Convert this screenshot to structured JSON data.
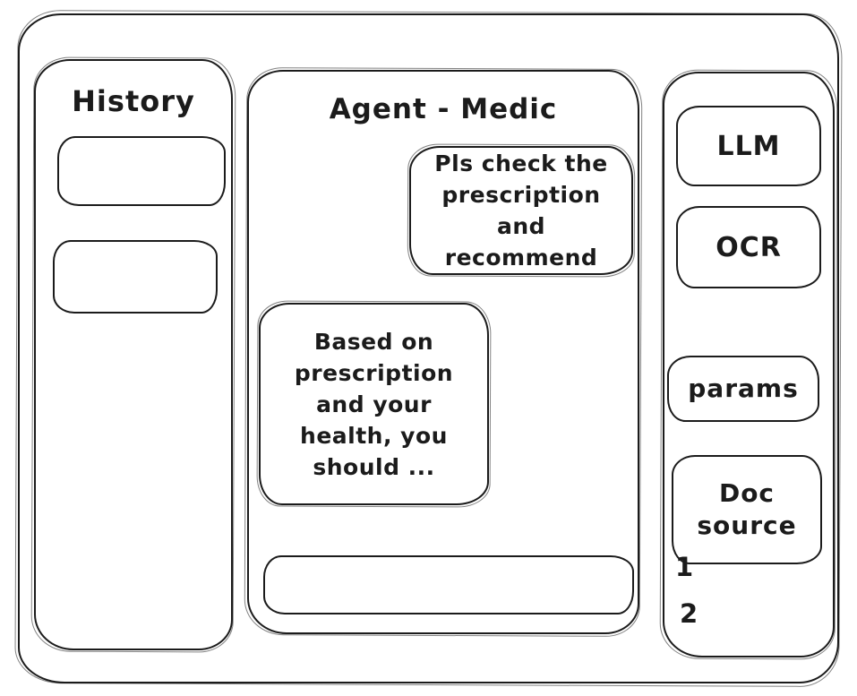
{
  "window": {
    "ink_color": "#1b1b1b",
    "background_color": "#ffffff"
  },
  "history": {
    "title": "History",
    "items": [
      {
        "label": ""
      },
      {
        "label": ""
      }
    ]
  },
  "chat": {
    "title": "Agent - Medic",
    "messages": [
      {
        "role": "user",
        "text": "Pls check the prescription and recommend"
      },
      {
        "role": "assistant",
        "text": "Based on prescription and your health, you should ..."
      }
    ],
    "input": {
      "value": "",
      "placeholder": ""
    }
  },
  "tools": {
    "buttons": [
      {
        "id": "llm",
        "label": "LLM"
      },
      {
        "id": "ocr",
        "label": "OCR"
      },
      {
        "id": "params",
        "label": "params"
      },
      {
        "id": "doc-source",
        "label": "Doc source"
      }
    ],
    "doc_source_items": [
      "1",
      "2"
    ]
  }
}
